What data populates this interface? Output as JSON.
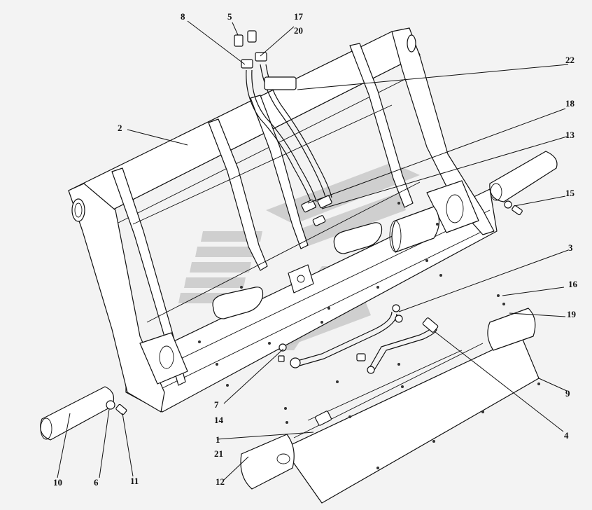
{
  "callouts": [
    {
      "id": "c8",
      "text": "8"
    },
    {
      "id": "c5",
      "text": "5"
    },
    {
      "id": "c17",
      "text": "17"
    },
    {
      "id": "c20",
      "text": "20"
    },
    {
      "id": "c22",
      "text": "22"
    },
    {
      "id": "c2",
      "text": "2"
    },
    {
      "id": "c18",
      "text": "18"
    },
    {
      "id": "c13",
      "text": "13"
    },
    {
      "id": "c15",
      "text": "15"
    },
    {
      "id": "c3",
      "text": "3"
    },
    {
      "id": "c16",
      "text": "16"
    },
    {
      "id": "c19",
      "text": "19"
    },
    {
      "id": "c9",
      "text": "9"
    },
    {
      "id": "c7",
      "text": "7"
    },
    {
      "id": "c14",
      "text": "14"
    },
    {
      "id": "c4",
      "text": "4"
    },
    {
      "id": "c1",
      "text": "1"
    },
    {
      "id": "c21",
      "text": "21"
    },
    {
      "id": "c12",
      "text": "12"
    },
    {
      "id": "c10",
      "text": "10"
    },
    {
      "id": "c6",
      "text": "6"
    },
    {
      "id": "c11",
      "text": "11"
    }
  ]
}
